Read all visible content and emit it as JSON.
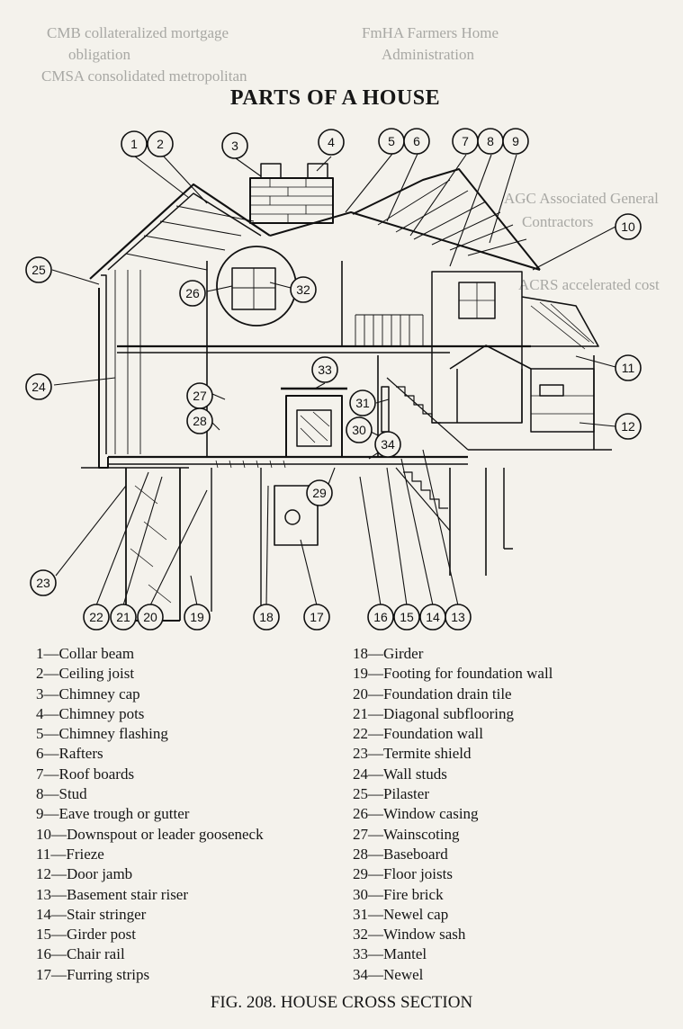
{
  "title": "PARTS OF A HOUSE",
  "caption": "FIG. 208. HOUSE CROSS SECTION",
  "bleed_through_text": [
    "CMB collateralized mortgage",
    "obligation",
    "CMSA consolidated metropolitan",
    "FmHA Farmers Home",
    "Administration",
    "AGC Associated General",
    "Contractors",
    "ACRS accelerated cost"
  ],
  "legend_left": [
    "1—Collar beam",
    "2—Ceiling joist",
    "3—Chimney cap",
    "4—Chimney pots",
    "5—Chimney flashing",
    "6—Rafters",
    "7—Roof boards",
    "8—Stud",
    "9—Eave trough or gutter",
    "10—Downspout or leader gooseneck",
    "11—Frieze",
    "12—Door jamb",
    "13—Basement stair riser",
    "14—Stair stringer",
    "15—Girder post",
    "16—Chair rail",
    "17—Furring strips"
  ],
  "legend_right": [
    "18—Girder",
    "19—Footing for foundation wall",
    "20—Foundation drain tile",
    "21—Diagonal subflooring",
    "22—Foundation wall",
    "23—Termite shield",
    "24—Wall studs",
    "25—Pilaster",
    "26—Window casing",
    "27—Wainscoting",
    "28—Baseboard",
    "29—Floor joists",
    "30—Fire brick",
    "31—Newel cap",
    "32—Window sash",
    "33—Mantel",
    "34—Newel"
  ],
  "callouts": [
    "1",
    "2",
    "3",
    "4",
    "5",
    "6",
    "7",
    "8",
    "9",
    "10",
    "11",
    "12",
    "13",
    "14",
    "15",
    "16",
    "17",
    "18",
    "19",
    "20",
    "21",
    "22",
    "23",
    "24",
    "25",
    "26",
    "27",
    "28",
    "29",
    "30",
    "31",
    "32",
    "33",
    "34"
  ]
}
